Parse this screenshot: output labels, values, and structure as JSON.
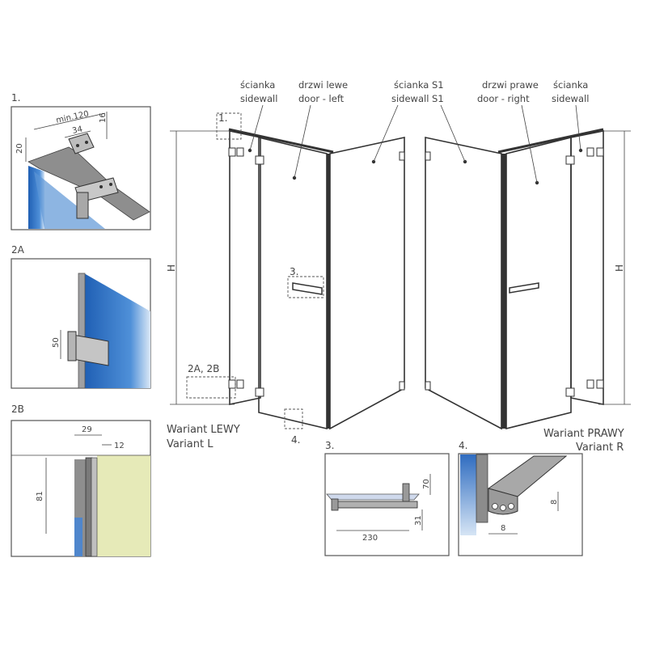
{
  "labels": {
    "sidewall_pl_left": "ścianka",
    "sidewall_en_left": "sidewall",
    "door_left_pl": "drzwi lewe",
    "door_left_en": "door - left",
    "sidewall_s1_pl": "ścianka S1",
    "sidewall_s1_en": "sidewall S1",
    "door_right_pl": "drzwi prawe",
    "door_right_en": "door - right",
    "sidewall_pl_right": "ścianka",
    "sidewall_en_right": "sidewall",
    "variant_left_pl": "Wariant LEWY",
    "variant_left_en": "Variant L",
    "variant_right_pl": "Wariant PRAWY",
    "variant_right_en": "Variant R",
    "height_left": "H",
    "height_right": "H"
  },
  "callouts": {
    "c1": "1.",
    "c3": "3.",
    "c2a2b": "2A, 2B",
    "c4": "4."
  },
  "details": {
    "d1": {
      "title": "1.",
      "dim_min120": "min.120",
      "dim_34": "34",
      "dim_16": "16",
      "dim_20": "20"
    },
    "d2a": {
      "title": "2A",
      "dim_50": "50"
    },
    "d2b": {
      "title": "2B",
      "dim_29": "29",
      "dim_12": "12",
      "dim_81": "81"
    },
    "d3": {
      "title": "3.",
      "dim_70": "70",
      "dim_31": "31",
      "dim_230": "230"
    },
    "d4": {
      "title": "4.",
      "dim_8a": "8",
      "dim_8b": "8"
    }
  },
  "colors": {
    "glass_blue": "#3b78c8",
    "wall_green": "#e6eab8",
    "profile_grey": "#9a9a9a"
  }
}
